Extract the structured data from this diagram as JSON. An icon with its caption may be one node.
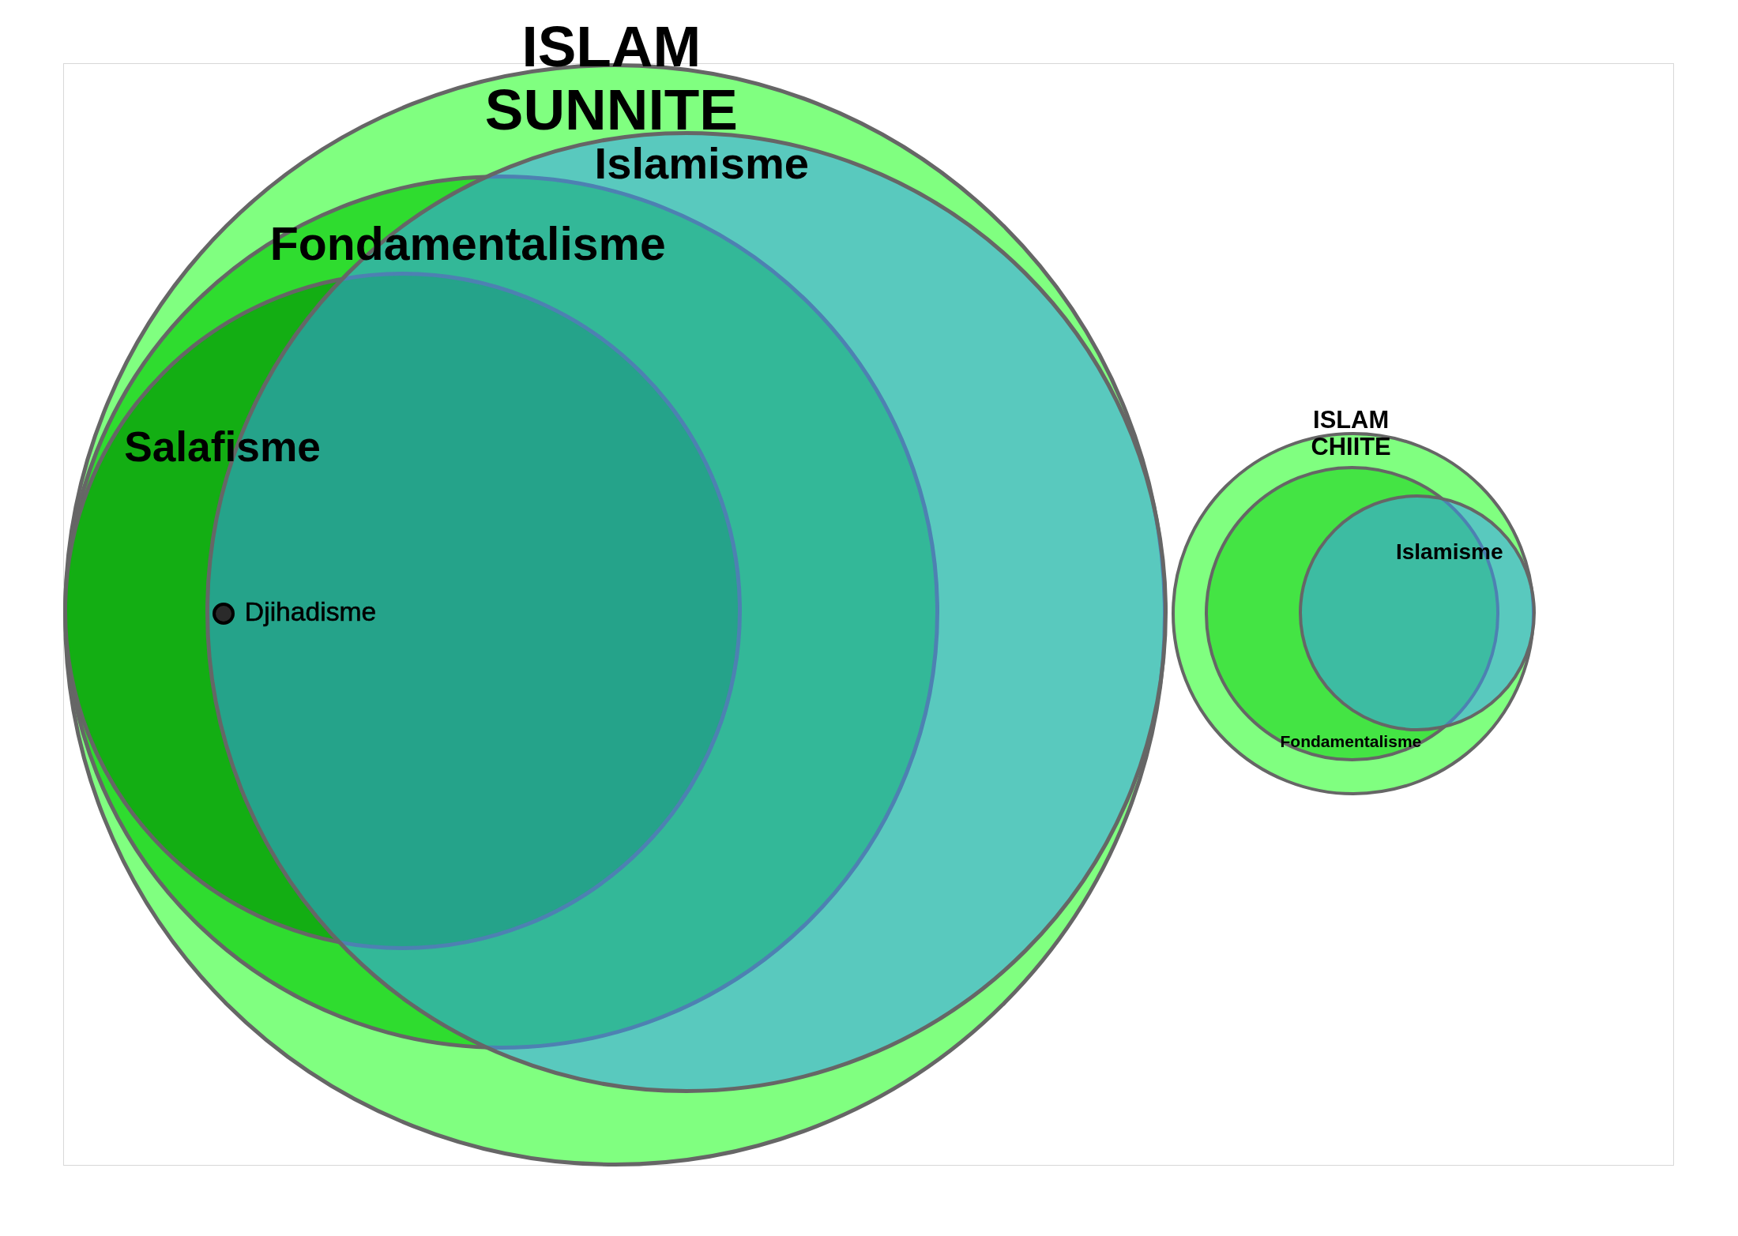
{
  "diagram": {
    "nodes": [
      {
        "text": [
          "ISLAM SUNNITE"
        ]
      },
      {
        "text": [
          "Islamisme"
        ],
        "in": 0
      },
      {
        "text": [
          "Fondamentalisme"
        ],
        "in": 0
      },
      {
        "text": [
          "Salafisme"
        ],
        "in": 2
      },
      {
        "text": [
          "Djihadisme"
        ]
      },
      {
        "text": [
          "ISLAM CHIITE"
        ]
      },
      {
        "text": [
          "Islamisme"
        ],
        "in": 5
      },
      {
        "text": [
          "Fondamentalisme"
        ],
        "in": 5
      }
    ]
  }
}
